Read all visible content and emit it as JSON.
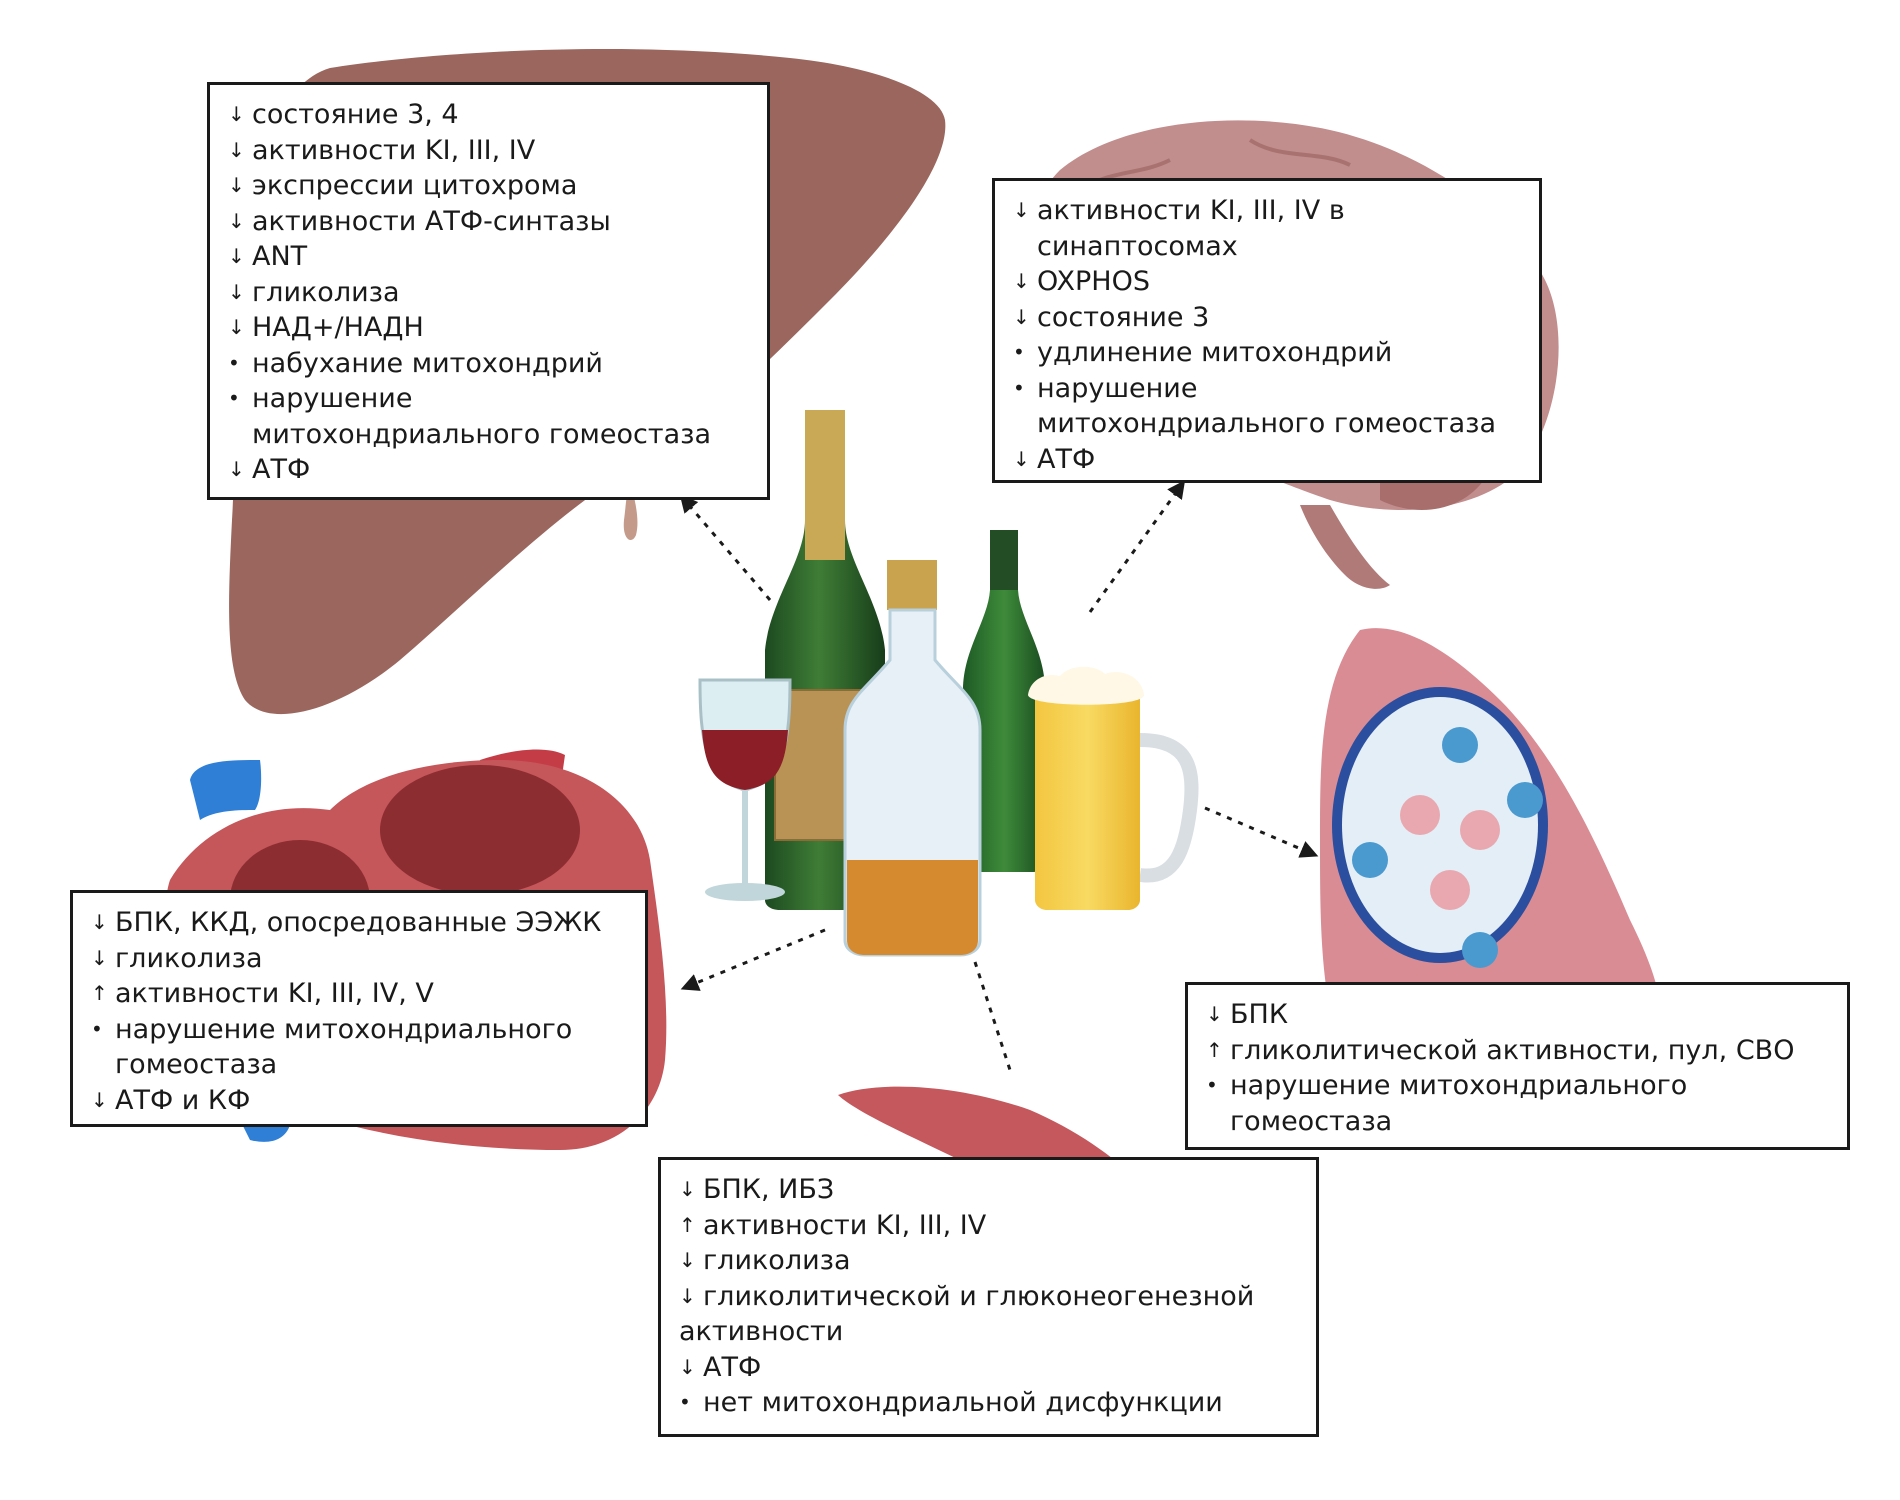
{
  "colors": {
    "liver": "#9a665d",
    "brain": "#c28d8d",
    "heart": "#c5565a",
    "lung": "#d98c94",
    "muscle": "#c4585c",
    "box_border": "#1a1a1a",
    "arrow": "#1a1a1a"
  },
  "boxes": {
    "liver": {
      "lines": [
        {
          "marker": "↓",
          "text": "состояние 3, 4"
        },
        {
          "marker": "↓",
          "text": "активности KI, III, IV"
        },
        {
          "marker": "↓",
          "text": "экспрессии цитохрома"
        },
        {
          "marker": "↓",
          "text": "активности АТФ-синтазы"
        },
        {
          "marker": "↓",
          "text": "ANT"
        },
        {
          "marker": "↓",
          "text": "гликолиза"
        },
        {
          "marker": "↓",
          "text": "НАД+/НАДН"
        },
        {
          "marker": "•",
          "text": "набухание митохондрий"
        },
        {
          "marker": "•",
          "text": "нарушение"
        },
        {
          "marker": "",
          "text": "митохондриального гомеостаза"
        },
        {
          "marker": "↓",
          "text": "АТФ"
        }
      ]
    },
    "brain": {
      "lines": [
        {
          "marker": "↓",
          "text": "активности KI, III, IV в"
        },
        {
          "marker": "",
          "text": "синаптосомах"
        },
        {
          "marker": "↓",
          "text": "OXPHOS"
        },
        {
          "marker": "↓",
          "text": "состояние 3"
        },
        {
          "marker": "•",
          "text": "удлинение митохондрий"
        },
        {
          "marker": "•",
          "text": "нарушение"
        },
        {
          "marker": "",
          "text": "митохондриального гомеостаза"
        },
        {
          "marker": "↓",
          "text": "АТФ"
        }
      ]
    },
    "heart": {
      "lines": [
        {
          "marker": "↓",
          "text": "БПК, ККД, опосредованные ЭЭЖК"
        },
        {
          "marker": "↓",
          "text": "гликолиза"
        },
        {
          "marker": "↑",
          "text": "активности KI, III, IV, V"
        },
        {
          "marker": "•",
          "text": "нарушение митохондриального"
        },
        {
          "marker": "",
          "text": "гомеостаза"
        },
        {
          "marker": "↓",
          "text": "АТФ и КФ"
        }
      ]
    },
    "lung": {
      "lines": [
        {
          "marker": "↓",
          "text": "БПК"
        },
        {
          "marker": "↑",
          "text": "гликолитической активности, пул, СВО"
        },
        {
          "marker": "•",
          "text": "нарушение митохондриального"
        },
        {
          "marker": "",
          "text": "гомеостаза"
        }
      ]
    },
    "muscle": {
      "lines": [
        {
          "marker": "↓",
          "text": "БПК, ИБЗ"
        },
        {
          "marker": "↑",
          "text": "активности KI, III, IV"
        },
        {
          "marker": "↓",
          "text": "гликолиза"
        },
        {
          "marker": "↓",
          "text": "гликолитической и глюконеогенезной"
        },
        {
          "marker": "",
          "text": "активности",
          "plain": true
        },
        {
          "marker": "↓",
          "text": "АТФ"
        },
        {
          "marker": "•",
          "text": "нет митохондриальной дисфункции"
        }
      ]
    }
  }
}
